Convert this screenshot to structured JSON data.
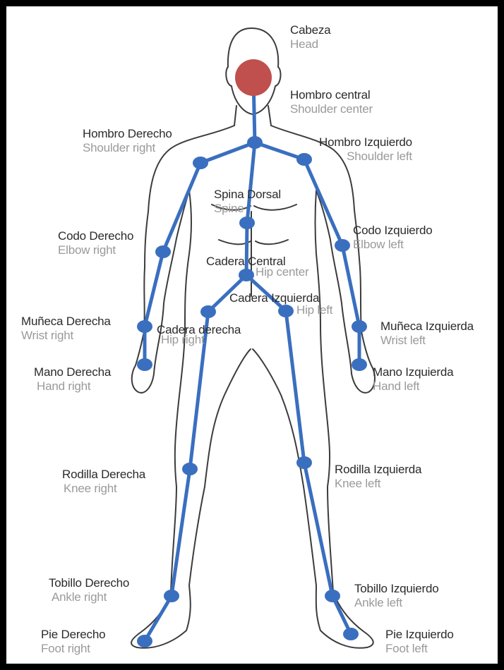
{
  "colors": {
    "skeleton": "#3a6fbf",
    "head_joint": "#c0504d",
    "outline": "#3c3c3c",
    "spanish_text": "#2b2b2b",
    "english_text": "#9a9a9a",
    "border": "#000000"
  },
  "joints": {
    "head": {
      "es": "Cabeza",
      "en": "Head"
    },
    "shoulder_center": {
      "es": "Hombro central",
      "en": "Shoulder center"
    },
    "shoulder_right": {
      "es": "Hombro Derecho",
      "en": "Shoulder right"
    },
    "shoulder_left": {
      "es": "Hombro Izquierdo",
      "en": "Shoulder left"
    },
    "spine": {
      "es": "Spina Dorsal",
      "en": "Spine"
    },
    "elbow_right": {
      "es": "Codo Derecho",
      "en": "Elbow right"
    },
    "elbow_left": {
      "es": "Codo Izquierdo",
      "en": "Elbow left"
    },
    "hip_center": {
      "es": "Cadera Central",
      "en": "Hip center"
    },
    "hip_left": {
      "es": "Cadera Izquierda",
      "en": "Hip left"
    },
    "hip_right": {
      "es": "Cadera derecha",
      "en": "Hip right"
    },
    "wrist_right": {
      "es": "Muñeca Derecha",
      "en": "Wrist right"
    },
    "wrist_left": {
      "es": "Muñeca Izquierda",
      "en": "Wrist left"
    },
    "hand_right": {
      "es": "Mano Derecha",
      "en": "Hand right"
    },
    "hand_left": {
      "es": "Mano Izquierda",
      "en": "Hand left"
    },
    "knee_right": {
      "es": "Rodilla Derecha",
      "en": "Knee right"
    },
    "knee_left": {
      "es": "Rodilla Izquierda",
      "en": "Knee left"
    },
    "ankle_right": {
      "es": "Tobillo Derecho",
      "en": "Ankle right"
    },
    "ankle_left": {
      "es": "Tobillo Izquierdo",
      "en": "Ankle left"
    },
    "foot_right": {
      "es": "Pie Derecho",
      "en": "Foot right"
    },
    "foot_left": {
      "es": "Pie Izquierdo",
      "en": "Foot left"
    }
  }
}
